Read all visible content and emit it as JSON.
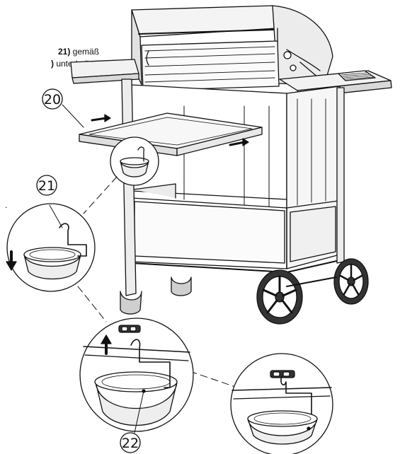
{
  "instruction_text": {
    "line1_bold": "21)",
    "line1_rest": " gemäß",
    "line2_bold": ")",
    "line2_rest": " unterhalb",
    "fragment_dot": "."
  },
  "callouts": {
    "tray": "20",
    "hook": "21",
    "bowl": "22"
  },
  "colors": {
    "line": "#111111",
    "fill_light": "#f2f2f2",
    "fill_mid": "#d9d9d9",
    "fill_dark": "#333333"
  }
}
